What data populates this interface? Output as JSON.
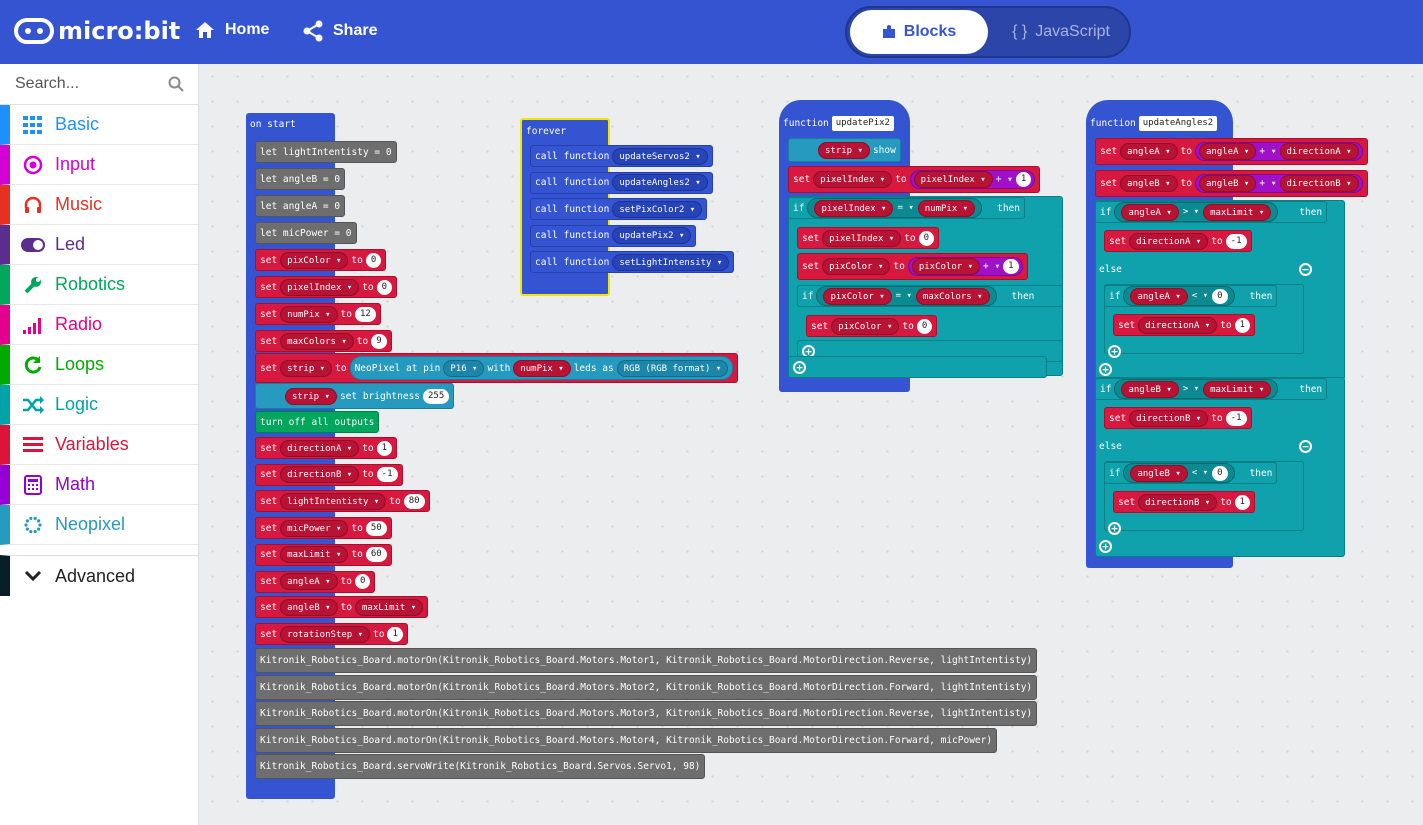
{
  "header": {
    "logo_text": "micro:bit",
    "home": "Home",
    "share": "Share",
    "tab_blocks": "Blocks",
    "tab_js": "JavaScript"
  },
  "sidebar": {
    "search_placeholder": "Search...",
    "categories": [
      {
        "label": "Basic",
        "color": "#1e90ff",
        "icon": "grid-icon"
      },
      {
        "label": "Input",
        "color": "#d400d4",
        "icon": "target-icon"
      },
      {
        "label": "Music",
        "color": "#e63022",
        "icon": "headphones-icon"
      },
      {
        "label": "Led",
        "color": "#5c2d91",
        "icon": "toggle-icon"
      },
      {
        "label": "Robotics",
        "color": "#00a65c",
        "icon": "wrench-icon"
      },
      {
        "label": "Radio",
        "color": "#e3008c",
        "icon": "signal-icon"
      },
      {
        "label": "Loops",
        "color": "#00aa00",
        "icon": "loop-icon"
      },
      {
        "label": "Logic",
        "color": "#00a4a6",
        "icon": "shuffle-icon"
      },
      {
        "label": "Variables",
        "color": "#dc143c",
        "icon": "list-icon"
      },
      {
        "label": "Math",
        "color": "#9400d3",
        "icon": "calculator-icon"
      },
      {
        "label": "Neopixel",
        "color": "#2699bf",
        "icon": "ring-icon"
      }
    ],
    "advanced": "Advanced"
  },
  "blocks": {
    "onstart": "on start",
    "lets": [
      "let lightIntentisty = 0",
      "let angleB = 0",
      "let angleA = 0",
      "let micPower = 0"
    ],
    "sets1": [
      [
        "pixColor",
        "0"
      ],
      [
        "pixelIndex",
        "0"
      ],
      [
        "numPix",
        "12"
      ],
      [
        "maxColors",
        "9"
      ]
    ],
    "neo": {
      "set": "set",
      "var": "strip",
      "to": "to",
      "np": "NeoPixel at pin",
      "pin": "P16",
      "with": "with",
      "numpix": "numPix",
      "leds": "leds as",
      "fmt": "RGB (RGB format)"
    },
    "bright": {
      "var": "strip",
      "label": "set brightness",
      "val": "255"
    },
    "turnoff": "turn off all outputs",
    "sets2": [
      [
        "directionA",
        "1"
      ],
      [
        "directionB",
        "-1"
      ],
      [
        "lightIntentisty",
        "80"
      ],
      [
        "micPower",
        "50"
      ],
      [
        "maxLimit",
        "60"
      ],
      [
        "angleA",
        "0"
      ]
    ],
    "setAngleB": [
      "angleB",
      "maxLimit"
    ],
    "setRot": [
      "rotationStep",
      "1"
    ],
    "motors": [
      "Kitronik_Robotics_Board.motorOn(Kitronik_Robotics_Board.Motors.Motor1, Kitronik_Robotics_Board.MotorDirection.Reverse, lightIntentisty)",
      "Kitronik_Robotics_Board.motorOn(Kitronik_Robotics_Board.Motors.Motor2, Kitronik_Robotics_Board.MotorDirection.Forward, lightIntentisty)",
      "Kitronik_Robotics_Board.motorOn(Kitronik_Robotics_Board.Motors.Motor3, Kitronik_Robotics_Board.MotorDirection.Reverse, lightIntentisty)",
      "Kitronik_Robotics_Board.motorOn(Kitronik_Robotics_Board.Motors.Motor4, Kitronik_Robotics_Board.MotorDirection.Forward, micPower)",
      "Kitronik_Robotics_Board.servoWrite(Kitronik_Robotics_Board.Servos.Servo1, 98)"
    ],
    "forever": "forever",
    "calls": [
      "updateServos2",
      "updateAngles2",
      "setPixColor2",
      "updatePix2",
      "setLightIntensity"
    ],
    "fn1": {
      "kw": "function",
      "name": "updatePix2",
      "strip": "strip",
      "show": "show",
      "pixelIndex": "pixelIndex",
      "one": "1",
      "numPix": "numPix",
      "zero": "0",
      "pixColor": "pixColor",
      "maxColors": "maxColors"
    },
    "fn2": {
      "kw": "function",
      "name": "updateAngles2",
      "angleA": "angleA",
      "angleB": "angleB",
      "directionA": "directionA",
      "directionB": "directionB",
      "maxLimit": "maxLimit",
      "neg1": "-1",
      "zero": "0",
      "one": "1"
    },
    "kw": {
      "set": "set",
      "to": "to",
      "let": "let",
      "if": "if",
      "then": "then",
      "else": "else",
      "call": "call function",
      "plus": "+",
      "eq": "=",
      "gt": ">",
      "lt": "<"
    }
  }
}
